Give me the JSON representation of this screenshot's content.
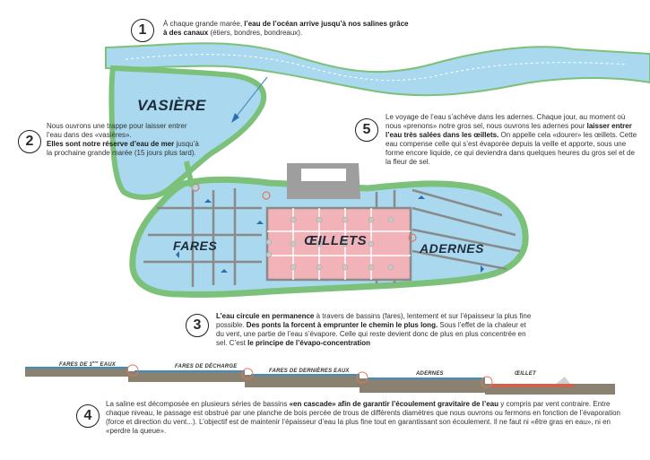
{
  "steps": [
    {
      "num": "1",
      "pre": "À chaque grande marée, ",
      "bold": "l’eau de l’océan arrive jusqu’à nos salines grâce à des canaux",
      "post": " (étiers, bondres, bondreaux)."
    },
    {
      "num": "2",
      "pre": "Nous ouvrons une trappe pour laisser entrer l’eau dans des «vasières».",
      "bold": "Elles sont notre réserve d’eau de mer",
      "post": " jusqu’à la prochaine grande marée (15 jours plus tard)."
    },
    {
      "num": "3",
      "bold1": "L’eau circule en permanence",
      "mid1": " à travers de bassins (fares), lentement et sur l’épaisseur la plus fine possible. ",
      "bold2": "Des ponts la forcent à emprunter le chemin le plus long.",
      "mid2": " Sous l’effet de la chaleur et du vent, une partie de l’eau s’évapore. Celle qui reste devient donc de plus en plus concentrée en sel. C’est ",
      "bold3": "le principe de l’évapo-concentration"
    },
    {
      "num": "4",
      "pre": "La saline est décomposée en plusieurs séries de bassins ",
      "bold1": "«en cascade» afin de garantir l’écoulement gravitaire de l’eau",
      "mid": " y compris par vent contraire. Entre chaque niveau, le passage est obstrué par une planche de bois percée de trous de différents diamètres que nous ouvrons ou fermons en fonction de l’évaporation (force et direction du vent...). L’objectif est de maintenir l’épaisseur d’eau la plus fine tout en garantissant son écoulement. Il ne faut ni «être gras en eau», ni en «perdre la queue»."
    },
    {
      "num": "5",
      "pre": "Le voyage de l’eau s’achève dans les adernes. Chaque jour, au moment où nous «prenons» notre gros sel, nous ouvrons les adernes pour ",
      "bold": "laisser entrer l’eau très salées dans les œillets.",
      "post": " On appelle cela «dourer» les œillets. Cette eau compense celle qui s’est évaporée depuis la veille et apporte, sous une forme encore liquide, ce qui deviendra dans quelques heures du gros sel et de la fleur de sel."
    }
  ],
  "map_labels": {
    "vasiere": "VASIÈRE",
    "fares": "FARES",
    "oeillets": "ŒILLETS",
    "adernes": "ADERNES"
  },
  "profile_labels": {
    "fares_1": "FARES DE 1",
    "fares_1_sup": "ère",
    "fares_1_end": " EAUX",
    "fares_decharge": "FARES DE DÉCHARGE",
    "fares_dernieres": "FARES DE DERNIÈRES EAUX",
    "adernes": "ADERNES",
    "oeillet": "ŒILLET"
  },
  "colors": {
    "water": "#a9d8ef",
    "water_line": "#4a8fc2",
    "grass": "#7cc17a",
    "oeillets": "#f2b3b8",
    "embankment": "#8a8a8a",
    "building": "#9e9e9e",
    "profile_ground": "#8b8170",
    "profile_water": "#3a8fc4",
    "profile_salt": "#e05b3f",
    "sluice": "#e07a55"
  }
}
